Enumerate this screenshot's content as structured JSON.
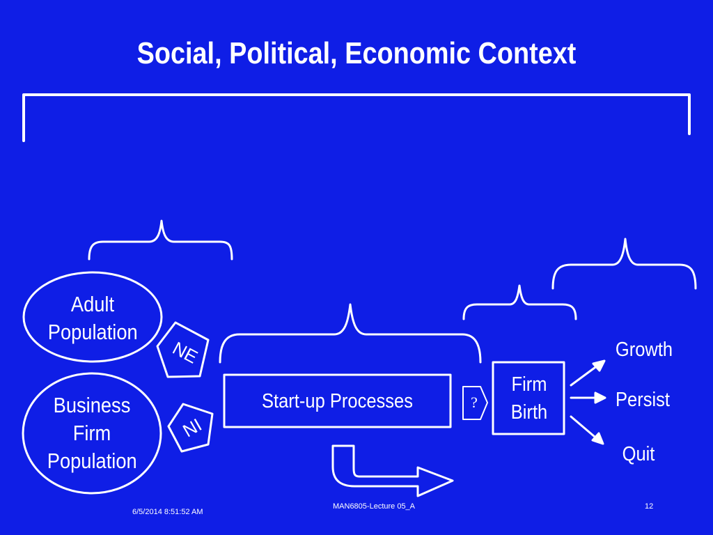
{
  "slide": {
    "title": "Social, Political, Economic Context",
    "nodes": {
      "adult_population": [
        "Adult",
        "Population"
      ],
      "business_population": [
        "Business",
        "Firm",
        "Population"
      ],
      "ne": "NE",
      "ni": "NI",
      "startup": "Start-up Processes",
      "question": "?",
      "firm_birth": [
        "Firm",
        "Birth"
      ],
      "growth": "Growth",
      "persist": "Persist",
      "quit": "Quit"
    },
    "footer": {
      "date": "6/5/2014 8:51:52 AM",
      "lecture": "MAN6805-Lecture 05_A",
      "page": "12"
    }
  },
  "colors": {
    "background": "#0f1ee6",
    "foreground": "#ffffff"
  }
}
